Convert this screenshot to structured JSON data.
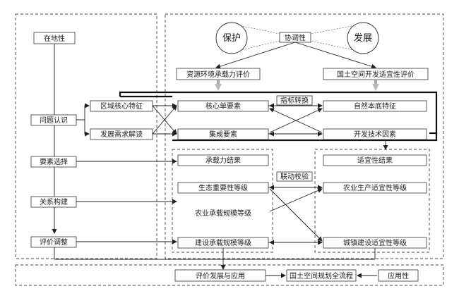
{
  "left": {
    "title": "在地性",
    "steps": [
      "问题认识",
      "要素选择",
      "关系构建",
      "评价调整"
    ]
  },
  "top": {
    "protect": "保护",
    "develop": "发展",
    "coordination": "协调性"
  },
  "evals": {
    "resource": "资源环境承载力评价",
    "suitability": "国土空间开发适宜性评价"
  },
  "cognition": {
    "regional": "区域核心特征",
    "development": "发展需求解读"
  },
  "elements": {
    "core": "核心单要素",
    "integrated": "集成要素",
    "natural": "自然本底特征",
    "dev_tech": "开发技术因素",
    "indicator": "指标转换"
  },
  "carrying": {
    "title": "承载力结果",
    "eco": "生态重要性等级",
    "agri": "农业承载规模等级",
    "urban": "建设承载规模等级"
  },
  "suit": {
    "title": "适宜性结果",
    "agri": "农业生产适宜性等级",
    "urban": "城镇建设适宜性等级"
  },
  "linkage": "联动校验",
  "bottom": {
    "eval_dev": "评价发展与应用",
    "planning": "国土空间规划全流程",
    "applicability": "应用性"
  }
}
